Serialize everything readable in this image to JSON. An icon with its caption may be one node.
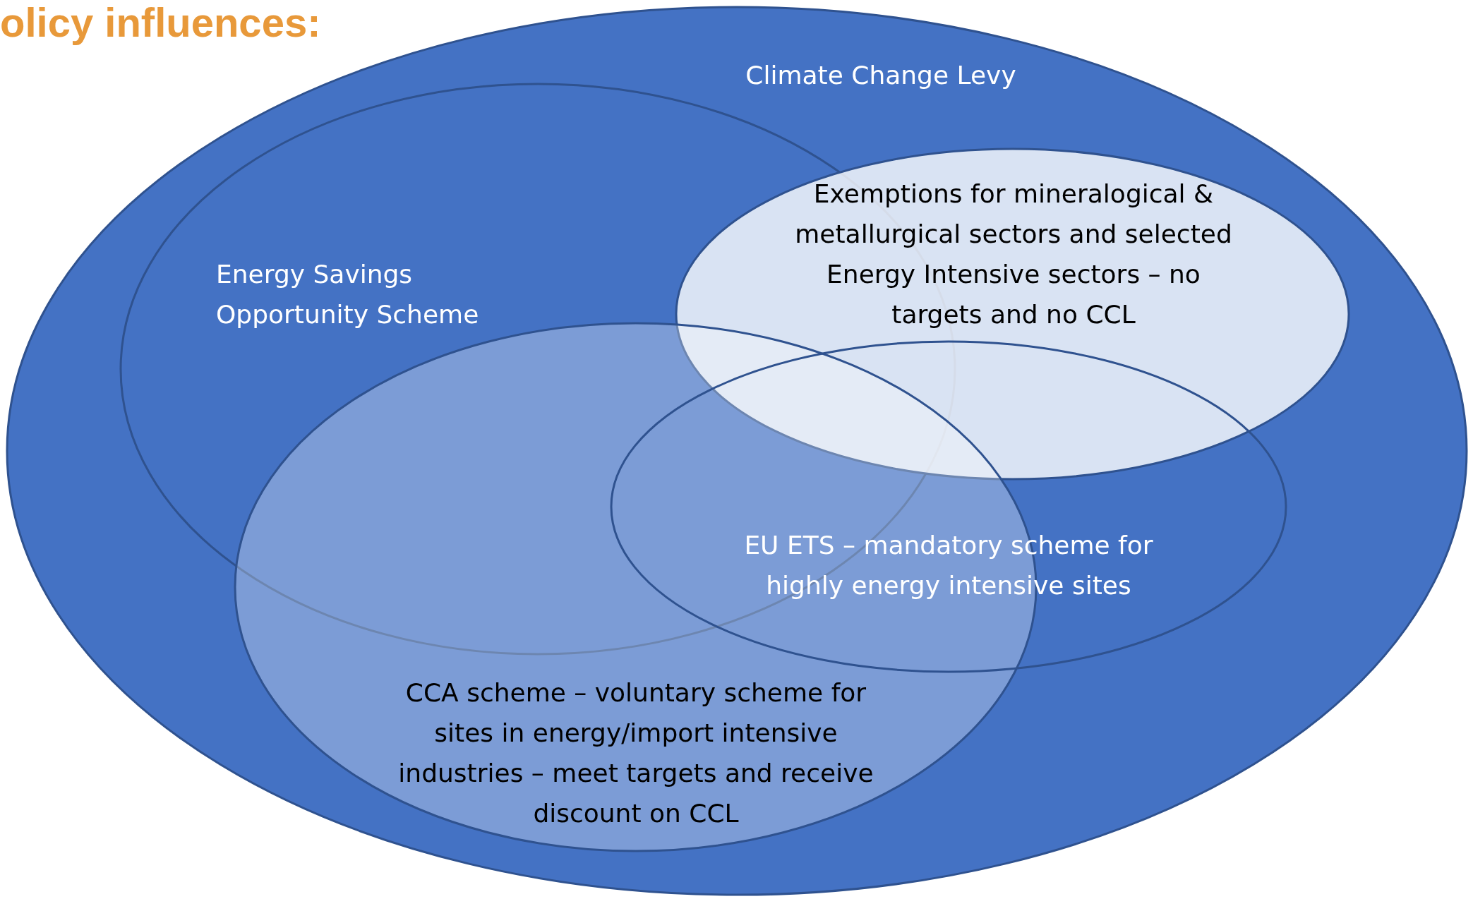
{
  "diagram": {
    "title": "olicy influences:",
    "nodes": [
      {
        "text": [
          "Climate Change Levy"
        ]
      },
      {
        "text": [
          "Energy Savings Opportunity Scheme"
        ],
        "in": 0
      },
      {
        "text": [
          "Exemptions for mineralogical & metallurgical sectors and selected Energy Intensive sectors – no targets and no CCL"
        ],
        "in": 0
      },
      {
        "text": [
          "CCA scheme – voluntary scheme for sites in energy/import intensive industries – meet targets and receive discount on CCL"
        ],
        "in": 0
      },
      {
        "text": [
          "EU ETS – mandatory scheme for highly energy intensive sites"
        ],
        "in": 0
      }
    ]
  }
}
